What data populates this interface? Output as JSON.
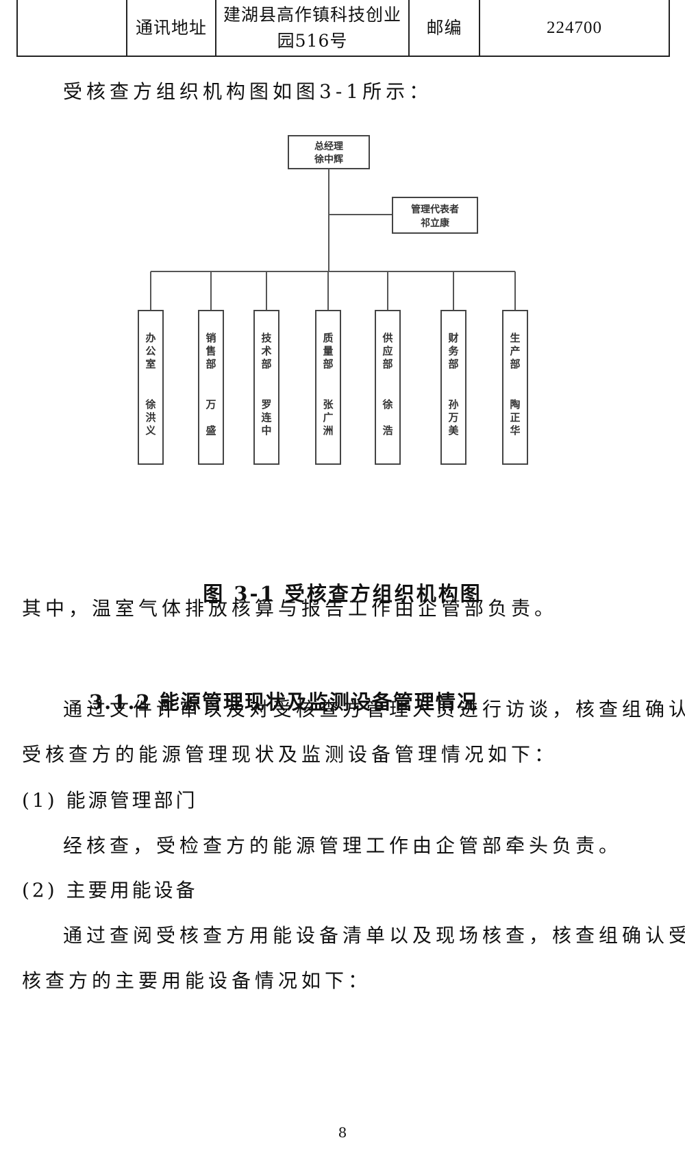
{
  "info_table": {
    "col1": "",
    "label_address": "通讯地址",
    "address_line1": "建湖县高作镇科技创业",
    "address_line2": "园516号",
    "label_postcode": "邮编",
    "postcode": "224700"
  },
  "intro": "受核查方组织机构图如图3-1所示：",
  "org_chart": {
    "top": {
      "title": "总经理",
      "name": "徐中辉"
    },
    "rep": {
      "title": "管理代表者",
      "name": "祁立康"
    },
    "departments": [
      {
        "dept": "办公室",
        "name": "徐洪义"
      },
      {
        "dept": "销售部",
        "name": "万盛"
      },
      {
        "dept": "技术部",
        "name": "罗连中"
      },
      {
        "dept": "质量部",
        "name": "张广洲"
      },
      {
        "dept": "供应部",
        "name": "徐浩"
      },
      {
        "dept": "财务部",
        "name": "孙万美"
      },
      {
        "dept": "生产部",
        "name": "陶正华"
      }
    ]
  },
  "figure_caption": "图 3-1 受核查方组织机构图",
  "p_after_fig": "其中，温室气体排放核算与报告工作由企管部负责。",
  "section_heading": "3.1.2 能源管理现状及监测设备管理情况",
  "p1_line1": "通过文件评审以及对受核查方管理人员进行访谈，核查组确认",
  "p1_line2": "受核查方的能源管理现状及监测设备管理情况如下：",
  "item1_title": "(1) 能源管理部门",
  "item1_body": "经核查，受检查方的能源管理工作由企管部牵头负责。",
  "item2_title": "(2) 主要用能设备",
  "p2_line1": "通过查阅受核查方用能设备清单以及现场核查，核查组确认受",
  "p2_line2": "核查方的主要用能设备情况如下：",
  "page_number": "8"
}
